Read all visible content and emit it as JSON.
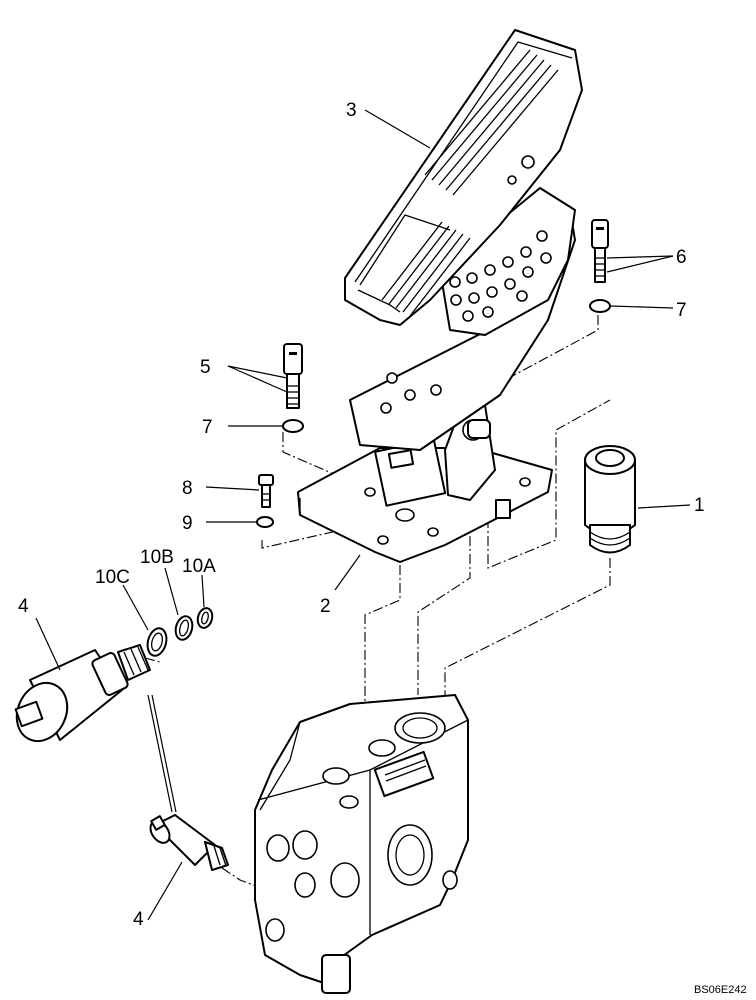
{
  "callouts": {
    "c1": "1",
    "c2": "2",
    "c3": "3",
    "c4_top": "4",
    "c4_bottom": "4",
    "c5": "5",
    "c6": "6",
    "c7_left": "7",
    "c7_right": "7",
    "c8": "8",
    "c9": "9",
    "c10a": "10A",
    "c10b": "10B",
    "c10c": "10C"
  },
  "reference_code": "BS06E242"
}
